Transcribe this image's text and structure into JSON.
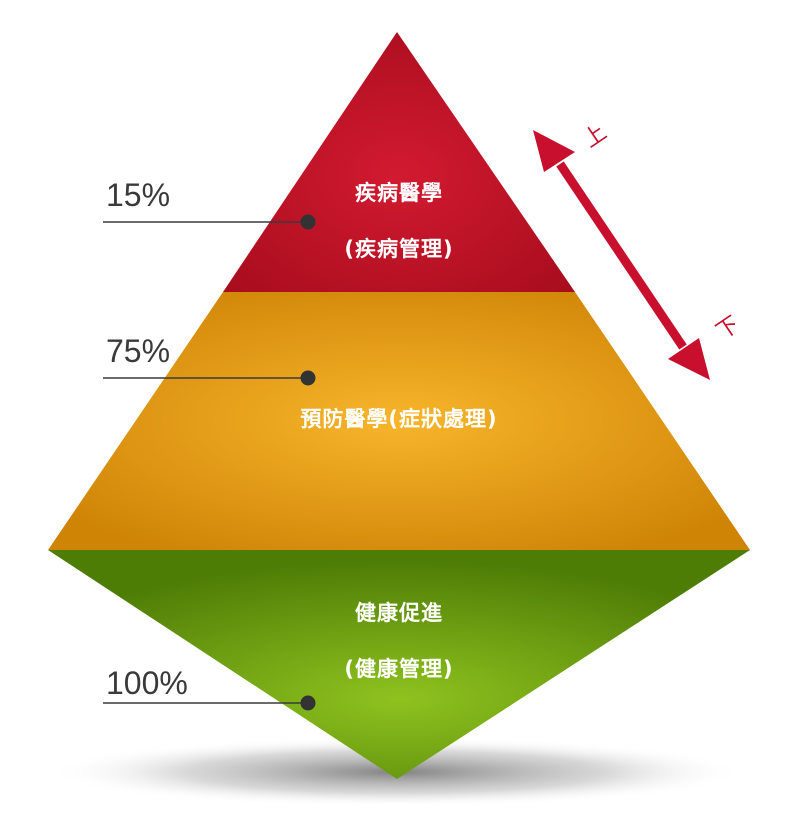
{
  "colors": {
    "top": "#c8102e",
    "middle": "#e6a117",
    "bottom": "#7aaa19",
    "arrow": "#c8102e",
    "leader": "#3a3a3a"
  },
  "tiers": {
    "top": {
      "line1": "疾病醫學",
      "line2": "(疾病管理)",
      "percent": "15%"
    },
    "middle": {
      "line1": "預防醫學(症狀處理)",
      "percent": "75%"
    },
    "bottom": {
      "line1": "健康促進",
      "line2": "(健康管理)",
      "percent": "100%"
    }
  },
  "direction": {
    "up": "上",
    "down": "下"
  }
}
